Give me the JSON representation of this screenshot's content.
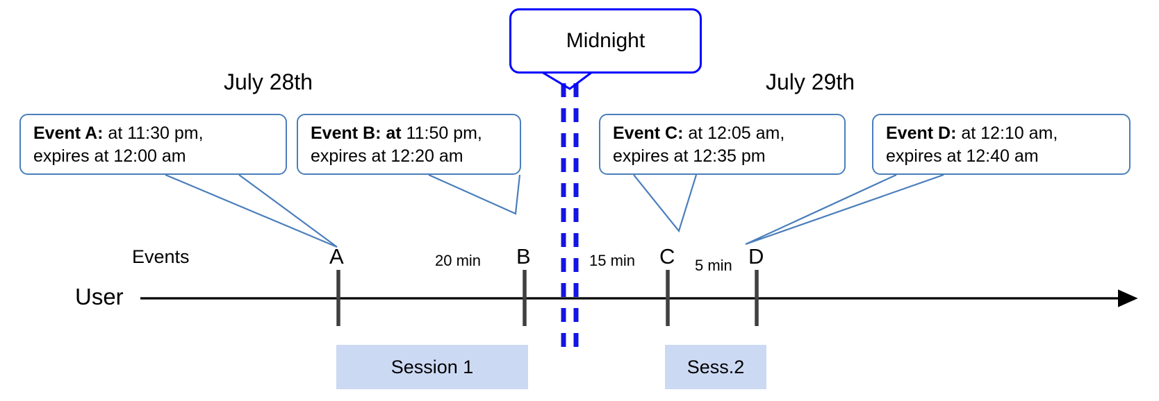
{
  "diagram": {
    "title_callout": {
      "label": "Midnight"
    },
    "dates": [
      {
        "name": "date-july-28",
        "label": "July 28th"
      },
      {
        "name": "date-july-29",
        "label": "July 29th"
      }
    ],
    "axis": {
      "row_label": "User",
      "events_label": "Events"
    },
    "events": [
      {
        "key": "A",
        "letter": "A",
        "title": "Event A:",
        "title_extra": "",
        "line1_rest": " at 11:30 pm,",
        "line2": "expires at 12:00 am"
      },
      {
        "key": "B",
        "letter": "B",
        "title": "Event B:",
        "title_extra": " at",
        "line1_rest": " 11:50 pm,",
        "line2": "expires at 12:20 am"
      },
      {
        "key": "C",
        "letter": "C",
        "title": "Event C:",
        "title_extra": "",
        "line1_rest": " at 12:05 am,",
        "line2": "expires at 12:35 pm"
      },
      {
        "key": "D",
        "letter": "D",
        "title": "Event D:",
        "title_extra": "",
        "line1_rest": "  at 12:10 am,",
        "line2": "expires at 12:40 am"
      }
    ],
    "gaps": [
      {
        "name": "gap-a-b",
        "label": "20 min"
      },
      {
        "name": "gap-b-c",
        "label": "15 min"
      },
      {
        "name": "gap-c-d",
        "label": "5 min"
      }
    ],
    "sessions": [
      {
        "name": "session-1",
        "label": "Session 1"
      },
      {
        "name": "session-2",
        "label": "Sess.2"
      }
    ],
    "colors": {
      "callout_border": "#4A7EBB",
      "midnight_border": "#0000FF",
      "midnight_line": "#1414E6",
      "session_fill": "#CCD9F3",
      "tick": "#404040",
      "axis": "#000000"
    }
  }
}
